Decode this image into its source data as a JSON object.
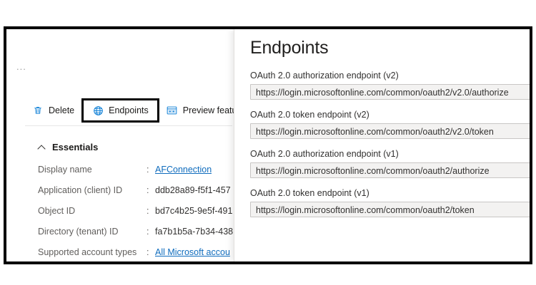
{
  "blade": {
    "overflow_menu": "...",
    "command_bar": {
      "delete": {
        "label": "Delete",
        "icon": "trash-icon"
      },
      "endpoints": {
        "label": "Endpoints",
        "icon": "globe-icon"
      },
      "preview_features": {
        "label": "Preview feature",
        "icon": "preview-window-icon"
      }
    },
    "essentials": {
      "heading": "Essentials",
      "collapse_icon": "chevron-up-icon",
      "separator": ":",
      "properties": [
        {
          "label": "Display name",
          "value": "AFConnection",
          "is_link": true
        },
        {
          "label": "Application (client) ID",
          "value": "ddb28a89-f5f1-457",
          "is_link": false
        },
        {
          "label": "Object ID",
          "value": "bd7c4b25-9e5f-491",
          "is_link": false
        },
        {
          "label": "Directory (tenant) ID",
          "value": "fa7b1b5a-7b34-438",
          "is_link": false
        },
        {
          "label": "Supported account types",
          "value": "All Microsoft accou",
          "is_link": true
        }
      ]
    }
  },
  "endpoints_panel": {
    "title": "Endpoints",
    "fields": [
      {
        "label": "OAuth 2.0 authorization endpoint (v2)",
        "value": "https://login.microsoftonline.com/common/oauth2/v2.0/authorize"
      },
      {
        "label": "OAuth 2.0 token endpoint (v2)",
        "value": "https://login.microsoftonline.com/common/oauth2/v2.0/token"
      },
      {
        "label": "OAuth 2.0 authorization endpoint (v1)",
        "value": "https://login.microsoftonline.com/common/oauth2/authorize"
      },
      {
        "label": "OAuth 2.0 token endpoint (v1)",
        "value": "https://login.microsoftonline.com/common/oauth2/token"
      }
    ]
  },
  "colors": {
    "accent": "#0078d4",
    "link": "#0f6cbd",
    "input_background": "#f3f2f1",
    "input_border": "#c8c6c4",
    "annotation": "#000000"
  }
}
